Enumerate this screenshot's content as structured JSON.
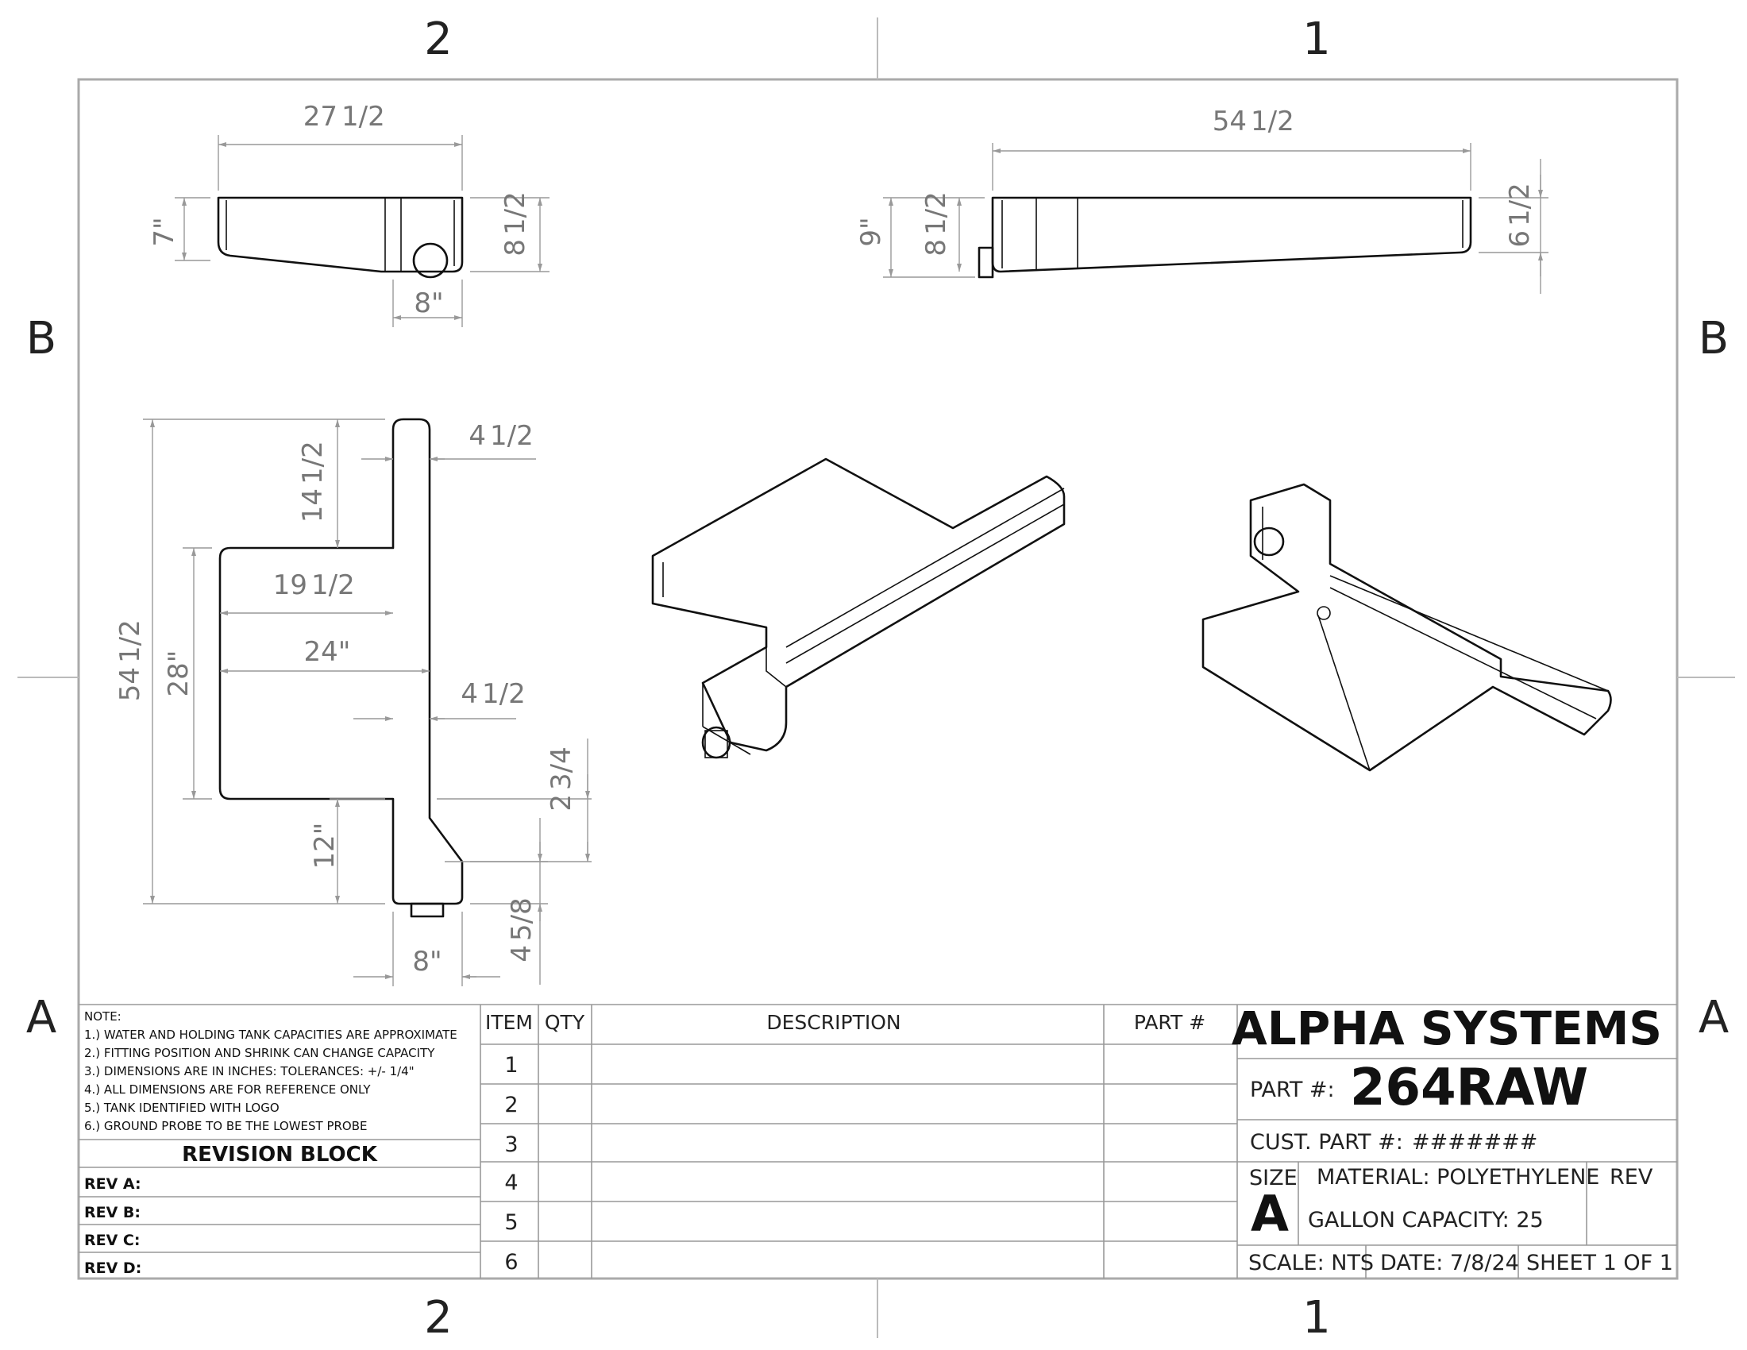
{
  "zones": {
    "top_left": "2",
    "top_right": "1",
    "bottom_left": "2",
    "bottom_right": "1",
    "left_upper": "B",
    "left_lower": "A",
    "right_upper": "B",
    "right_lower": "A"
  },
  "dimensions": {
    "top_width_whole": "27",
    "top_width_frac": "1/2",
    "top_height": "7\"",
    "top_depth_whole": "8",
    "top_depth_frac": "1/2",
    "top_port": "8\"",
    "side_length_whole": "54",
    "side_length_frac": "1/2",
    "side_height": "9\"",
    "side_depth_whole": "8",
    "side_depth_frac": "1/2",
    "side_end_whole": "6",
    "side_end_frac": "1/2",
    "plan_neck_whole": "4",
    "plan_neck_frac": "1/2",
    "plan_upper_whole": "14",
    "plan_upper_frac": "1/2",
    "plan_total_whole": "54",
    "plan_total_frac": "1/2",
    "plan_wing": "28\"",
    "plan_reach_whole": "19",
    "plan_reach_frac": "1/2",
    "plan_span": "24\"",
    "plan_arm_whole": "4",
    "plan_arm_frac": "1/2",
    "plan_step_whole": "2",
    "plan_step_frac": "3/4",
    "plan_lower": "12\"",
    "plan_probe_whole": "4",
    "plan_probe_frac": "5/8",
    "plan_base": "8\""
  },
  "notes": {
    "title": "NOTE:",
    "lines": [
      "1.) WATER AND HOLDING TANK CAPACITIES ARE APPROXIMATE",
      "2.) FITTING POSITION AND SHRINK CAN CHANGE CAPACITY",
      "3.) DIMENSIONS ARE IN INCHES: TOLERANCES: +/-  1/4\"",
      "4.) ALL DIMENSIONS ARE FOR REFERENCE ONLY",
      "5.) TANK IDENTIFIED WITH LOGO",
      "6.) GROUND PROBE TO BE THE LOWEST PROBE"
    ]
  },
  "revision_block": {
    "title": "REVISION BLOCK",
    "rows": [
      "REV A:",
      "REV B:",
      "REV C:",
      "REV D:"
    ]
  },
  "bom": {
    "headers": {
      "item": "ITEM",
      "qty": "QTY",
      "description": "DESCRIPTION",
      "part": "PART #"
    },
    "items": [
      "1",
      "2",
      "3",
      "4",
      "5",
      "6"
    ]
  },
  "title_block": {
    "company": "ALPHA SYSTEMS",
    "part_label": "PART #:",
    "part_number": "264RAW",
    "cust_part_label": "CUST. PART #:",
    "cust_part_value": "#######",
    "size_label": "SIZE",
    "size_value": "A",
    "material": "MATERIAL: POLYETHYLENE",
    "rev_label": "REV",
    "capacity": "GALLON CAPACITY: 25",
    "scale": "SCALE: NTS",
    "date": "DATE: 7/8/24",
    "sheet": "SHEET 1 OF 1"
  }
}
